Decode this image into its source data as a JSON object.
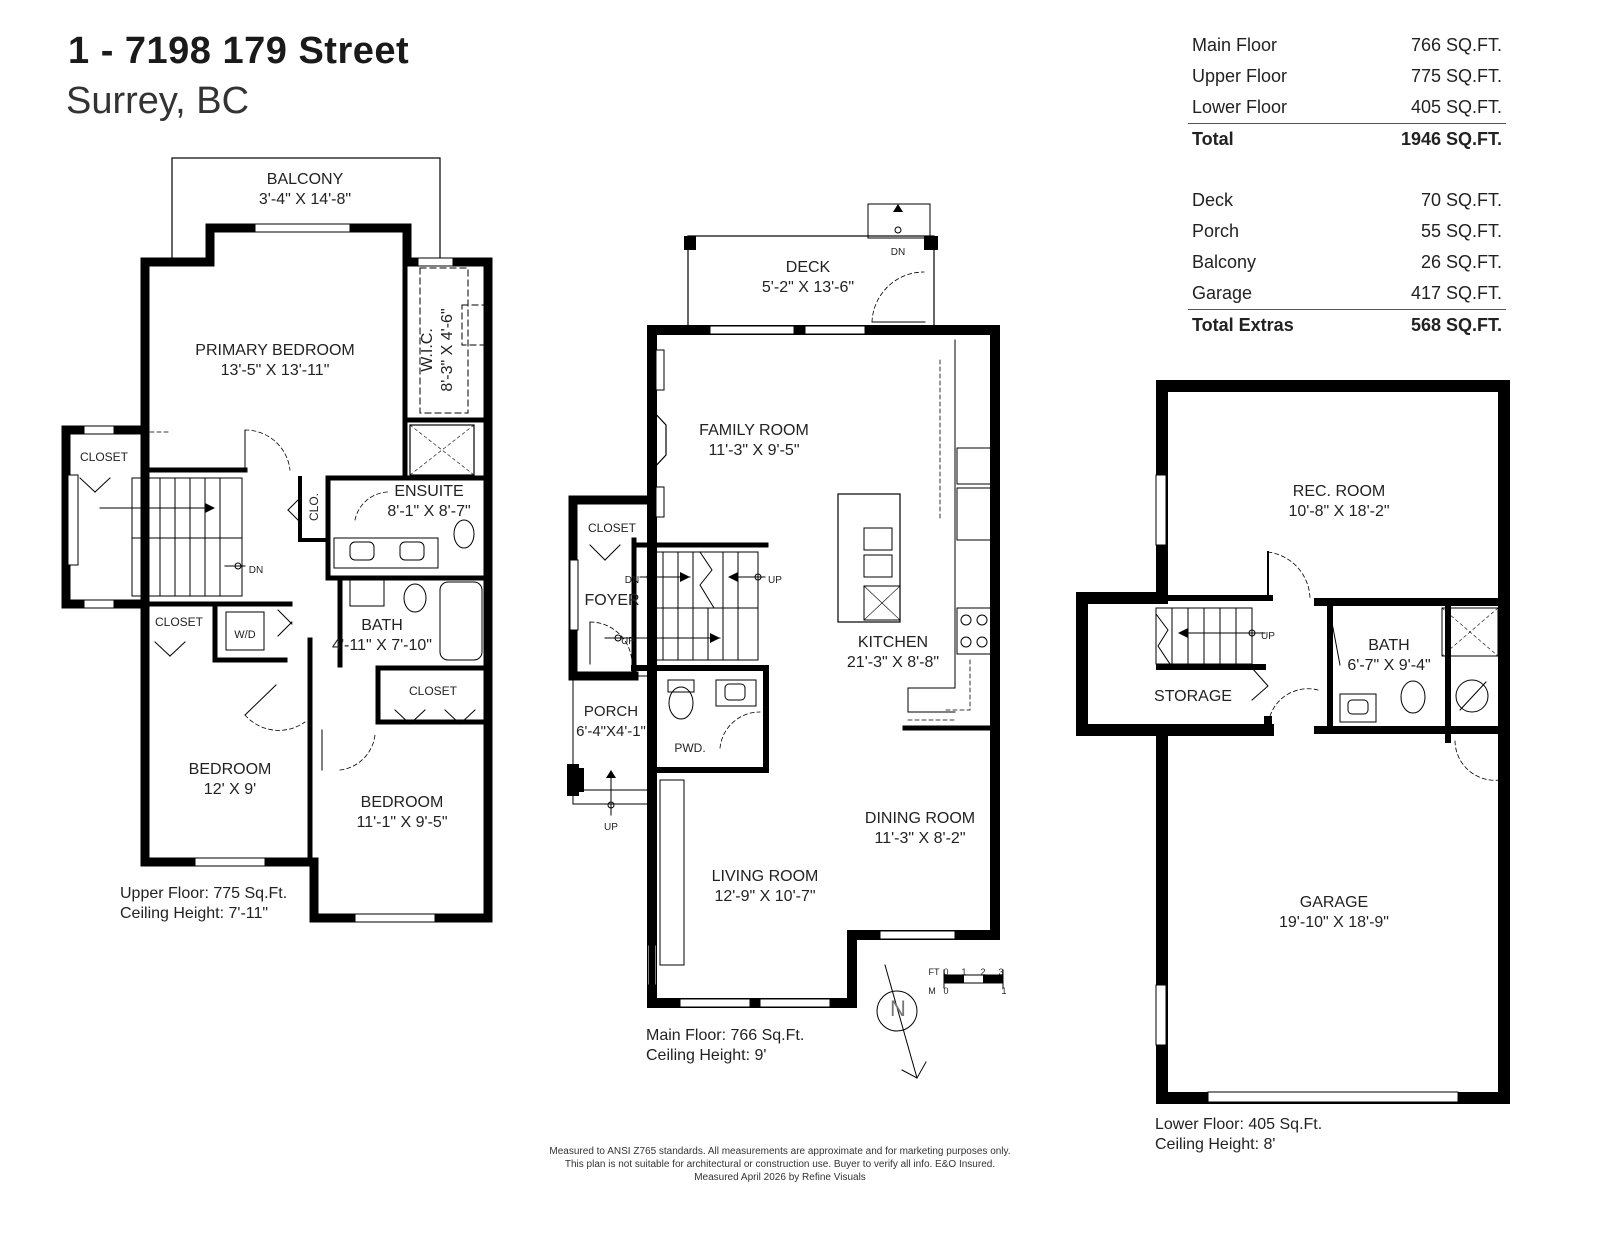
{
  "address": {
    "street": "1 - 7198 179 Street",
    "city": "Surrey, BC"
  },
  "areas": {
    "main": [
      {
        "label": "Main Floor",
        "value": "766 SQ.FT."
      },
      {
        "label": "Upper Floor",
        "value": "775 SQ.FT."
      },
      {
        "label": "Lower Floor",
        "value": "405 SQ.FT."
      }
    ],
    "main_total": {
      "label": "Total",
      "value": "1946 SQ.FT."
    },
    "extras": [
      {
        "label": "Deck",
        "value": "70 SQ.FT."
      },
      {
        "label": "Porch",
        "value": "55 SQ.FT."
      },
      {
        "label": "Balcony",
        "value": "26 SQ.FT."
      },
      {
        "label": "Garage",
        "value": "417 SQ.FT."
      }
    ],
    "extras_total": {
      "label": "Total Extras",
      "value": "568 SQ.FT."
    }
  },
  "upper": {
    "rooms": {
      "balcony": {
        "name": "BALCONY",
        "dims": "3'-4\" X 14'-8\""
      },
      "primary": {
        "name": "PRIMARY BEDROOM",
        "dims": "13'-5\" X 13'-11\""
      },
      "wic": {
        "name": "W.I.C.",
        "dims": "8'-3\" X 4'-6\""
      },
      "closet1": {
        "name": "CLOSET"
      },
      "clo": {
        "name": "CLO."
      },
      "ensuite": {
        "name": "ENSUITE",
        "dims": "8'-1\" X 8'-7\""
      },
      "bath": {
        "name": "BATH",
        "dims": "4'-11\" X 7'-10\""
      },
      "closet2": {
        "name": "CLOSET"
      },
      "wd": {
        "name": "W/D"
      },
      "closet3": {
        "name": "CLOSET"
      },
      "bedroom1": {
        "name": "BEDROOM",
        "dims": "12' X 9'"
      },
      "bedroom2": {
        "name": "BEDROOM",
        "dims": "11'-1\" X 9'-5\""
      },
      "dn": "DN"
    },
    "caption": {
      "line1": "Upper Floor: 775 Sq.Ft.",
      "line2": "Ceiling Height: 7'-11\""
    }
  },
  "main_floor": {
    "rooms": {
      "deck": {
        "name": "DECK",
        "dims": "5'-2\" X 13'-6\""
      },
      "family": {
        "name": "FAMILY ROOM",
        "dims": "11'-3\" X  9'-5\""
      },
      "closet": {
        "name": "CLOSET"
      },
      "foyer": {
        "name": "FOYER"
      },
      "kitchen": {
        "name": "KITCHEN",
        "dims": "21'-3\" X 8'-8\""
      },
      "porch": {
        "name": "PORCH",
        "dims": "6'-4\"X4'-1\""
      },
      "pwd": {
        "name": "PWD."
      },
      "dining": {
        "name": "DINING ROOM",
        "dims": "11'-3\" X 8'-2\""
      },
      "living": {
        "name": "LIVING ROOM",
        "dims": "12'-9\" X 10'-7\""
      },
      "dn": "DN",
      "up": "UP"
    },
    "scale": {
      "ft": "FT",
      "m": "M",
      "ticks": [
        "0",
        "1",
        "2",
        "3"
      ],
      "m_ticks": [
        "0",
        "1"
      ]
    },
    "north": "N",
    "caption": {
      "line1": "Main Floor: 766 Sq.Ft.",
      "line2": "Ceiling Height: 9'"
    }
  },
  "lower": {
    "rooms": {
      "rec": {
        "name": "REC. ROOM",
        "dims": "10'-8\" X 18'-2\""
      },
      "bath": {
        "name": "BATH",
        "dims": "6'-7\" X 9'-4\""
      },
      "storage": {
        "name": "STORAGE"
      },
      "garage": {
        "name": "GARAGE",
        "dims": "19'-10\" X 18'-9\""
      },
      "up": "UP"
    },
    "caption": {
      "line1": "Lower Floor: 405 Sq.Ft.",
      "line2": "Ceiling Height: 8'"
    }
  },
  "disclaimer": {
    "line1": "Measured to ANSI Z765 standards. All measurements are approximate and for marketing purposes only.",
    "line2": "This plan is not suitable for architectural or construction use. Buyer to verify all info. E&O Insured.",
    "line3": "Measured April 2026 by Refine Visuals"
  }
}
